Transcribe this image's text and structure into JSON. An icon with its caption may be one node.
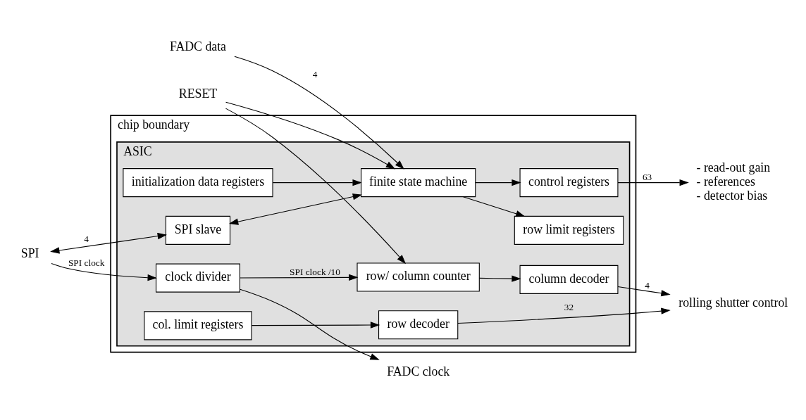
{
  "diagram": {
    "nodes": [
      {
        "text": [
          "chip boundary"
        ]
      },
      {
        "text": [
          "ASIC"
        ],
        "in": 0
      },
      {
        "text": [
          "initialization data registers"
        ],
        "in": 1
      },
      {
        "text": [
          "RESET"
        ]
      },
      {
        "text": [
          "SPI"
        ]
      },
      {
        "text": [
          "SPI slave"
        ],
        "in": 1
      },
      {
        "text": [
          "finite state machine"
        ],
        "in": 1
      },
      {
        "text": [
          "control registers"
        ],
        "in": 1
      },
      {
        "text": [
          "row limit registers"
        ],
        "in": 1
      },
      {
        "text": [
          "col. limit registers"
        ],
        "in": 1
      },
      {
        "text": [
          "clock divider"
        ],
        "in": 1
      },
      {
        "text": [
          "row/ column counter"
        ],
        "in": 1
      },
      {
        "text": [
          "row decoder"
        ],
        "in": 1
      },
      {
        "text": [
          "column decoder"
        ],
        "in": 1
      },
      {
        "text": [
          "FADC clock"
        ]
      },
      {
        "text": [
          "FADC data"
        ]
      },
      {
        "text": [
          "rolling shutter control"
        ]
      },
      {
        "text": [
          "- read-out gain",
          "- references",
          "- detector bias"
        ]
      }
    ],
    "edges": [
      {
        "from": 2,
        "to": 6,
        "arrow": "to"
      },
      {
        "from": 3,
        "to": 6,
        "arrow": "to"
      },
      {
        "from": 3,
        "to": 11,
        "arrow": "to"
      },
      {
        "from": 4,
        "to": 5,
        "arrow": "both",
        "label": "4"
      },
      {
        "from": 5,
        "to": 6,
        "arrow": "both"
      },
      {
        "from": 4,
        "to": 10,
        "arrow": "to",
        "label": "SPI clock"
      },
      {
        "from": 10,
        "to": 11,
        "arrow": "to",
        "label": "SPI clock /10"
      },
      {
        "from": 10,
        "to": 14,
        "arrow": "to"
      },
      {
        "from": 15,
        "to": 6,
        "arrow": "to",
        "label": "4"
      },
      {
        "from": 6,
        "to": 7,
        "arrow": "to"
      },
      {
        "from": 6,
        "to": 8,
        "arrow": "to"
      },
      {
        "from": 9,
        "to": 12,
        "arrow": "to"
      },
      {
        "from": 11,
        "to": 13,
        "arrow": "to"
      },
      {
        "from": 7,
        "to": 17,
        "arrow": "to",
        "label": "63"
      },
      {
        "from": 12,
        "to": 16,
        "arrow": "to",
        "label": "32"
      },
      {
        "from": 13,
        "to": 16,
        "arrow": "to",
        "label": "4"
      }
    ]
  }
}
